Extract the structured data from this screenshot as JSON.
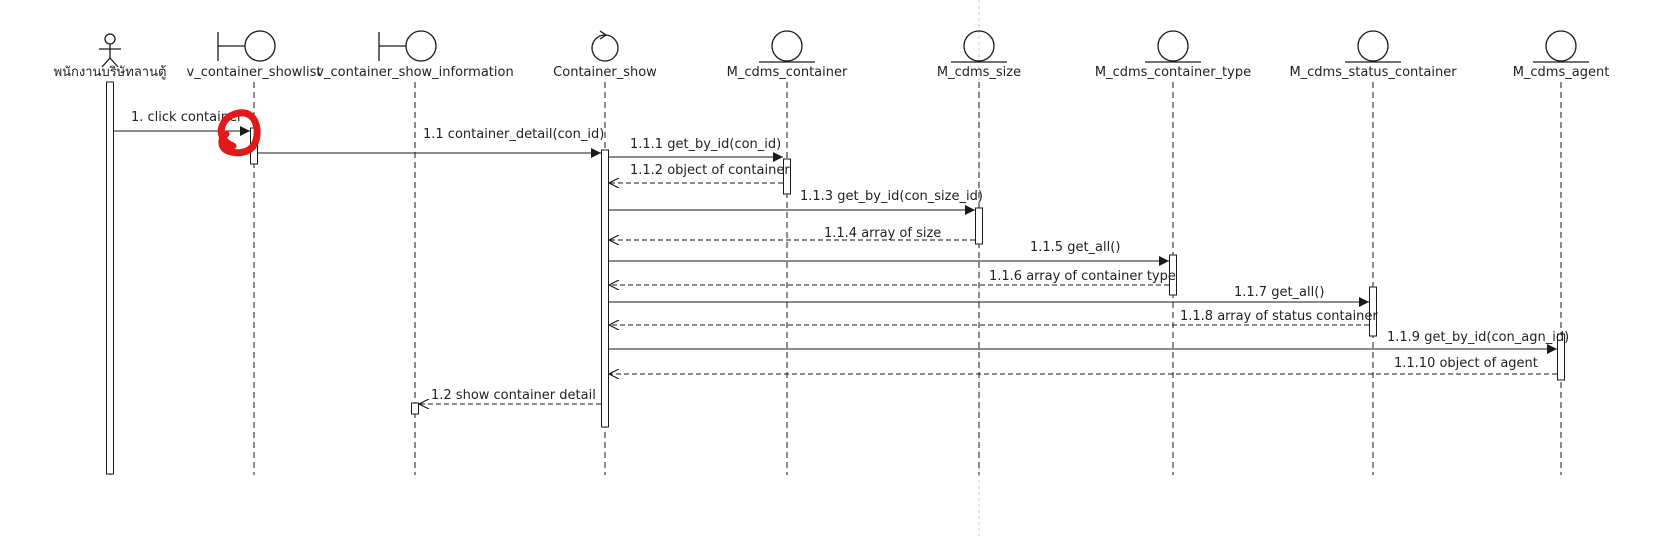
{
  "colors": {
    "line": "#1a1a1a",
    "annotation": "#e01a1a",
    "divider": "#c8c8c8"
  },
  "participants": [
    {
      "id": "actor",
      "kind": "actor",
      "label": "พนักงานบริษัทลานตู้"
    },
    {
      "id": "v_showlist",
      "kind": "boundary",
      "label": "v_container_showlist"
    },
    {
      "id": "v_info",
      "kind": "boundary",
      "label": "v_container_show_information"
    },
    {
      "id": "ctrl",
      "kind": "control",
      "label": "Container_show"
    },
    {
      "id": "m_container",
      "kind": "entity",
      "label": "M_cdms_container"
    },
    {
      "id": "m_size",
      "kind": "entity",
      "label": "M_cdms_size"
    },
    {
      "id": "m_type",
      "kind": "entity",
      "label": "M_cdms_container_type"
    },
    {
      "id": "m_status",
      "kind": "entity",
      "label": "M_cdms_status_container"
    },
    {
      "id": "m_agent",
      "kind": "entity",
      "label": "M_cdms_agent"
    }
  ],
  "messages": [
    {
      "label": "1. click container",
      "kind": "sync"
    },
    {
      "label": "1.1 container_detail(con_id)",
      "kind": "sync"
    },
    {
      "label": "1.1.1 get_by_id(con_id)",
      "kind": "sync"
    },
    {
      "label": "1.1.2 object of container",
      "kind": "return"
    },
    {
      "label": "1.1.3 get_by_id(con_size_id)",
      "kind": "sync"
    },
    {
      "label": "1.1.4 array of size",
      "kind": "return"
    },
    {
      "label": "1.1.5 get_all()",
      "kind": "sync"
    },
    {
      "label": "1.1.6 array of container type",
      "kind": "return"
    },
    {
      "label": "1.1.7 get_all()",
      "kind": "sync"
    },
    {
      "label": "1.1.8 array of status container",
      "kind": "return"
    },
    {
      "label": "1.1.9 get_by_id(con_agn_id)",
      "kind": "sync"
    },
    {
      "label": "1.1.10 object of agent",
      "kind": "return"
    },
    {
      "label": "1.2 show container detail",
      "kind": "return"
    }
  ]
}
